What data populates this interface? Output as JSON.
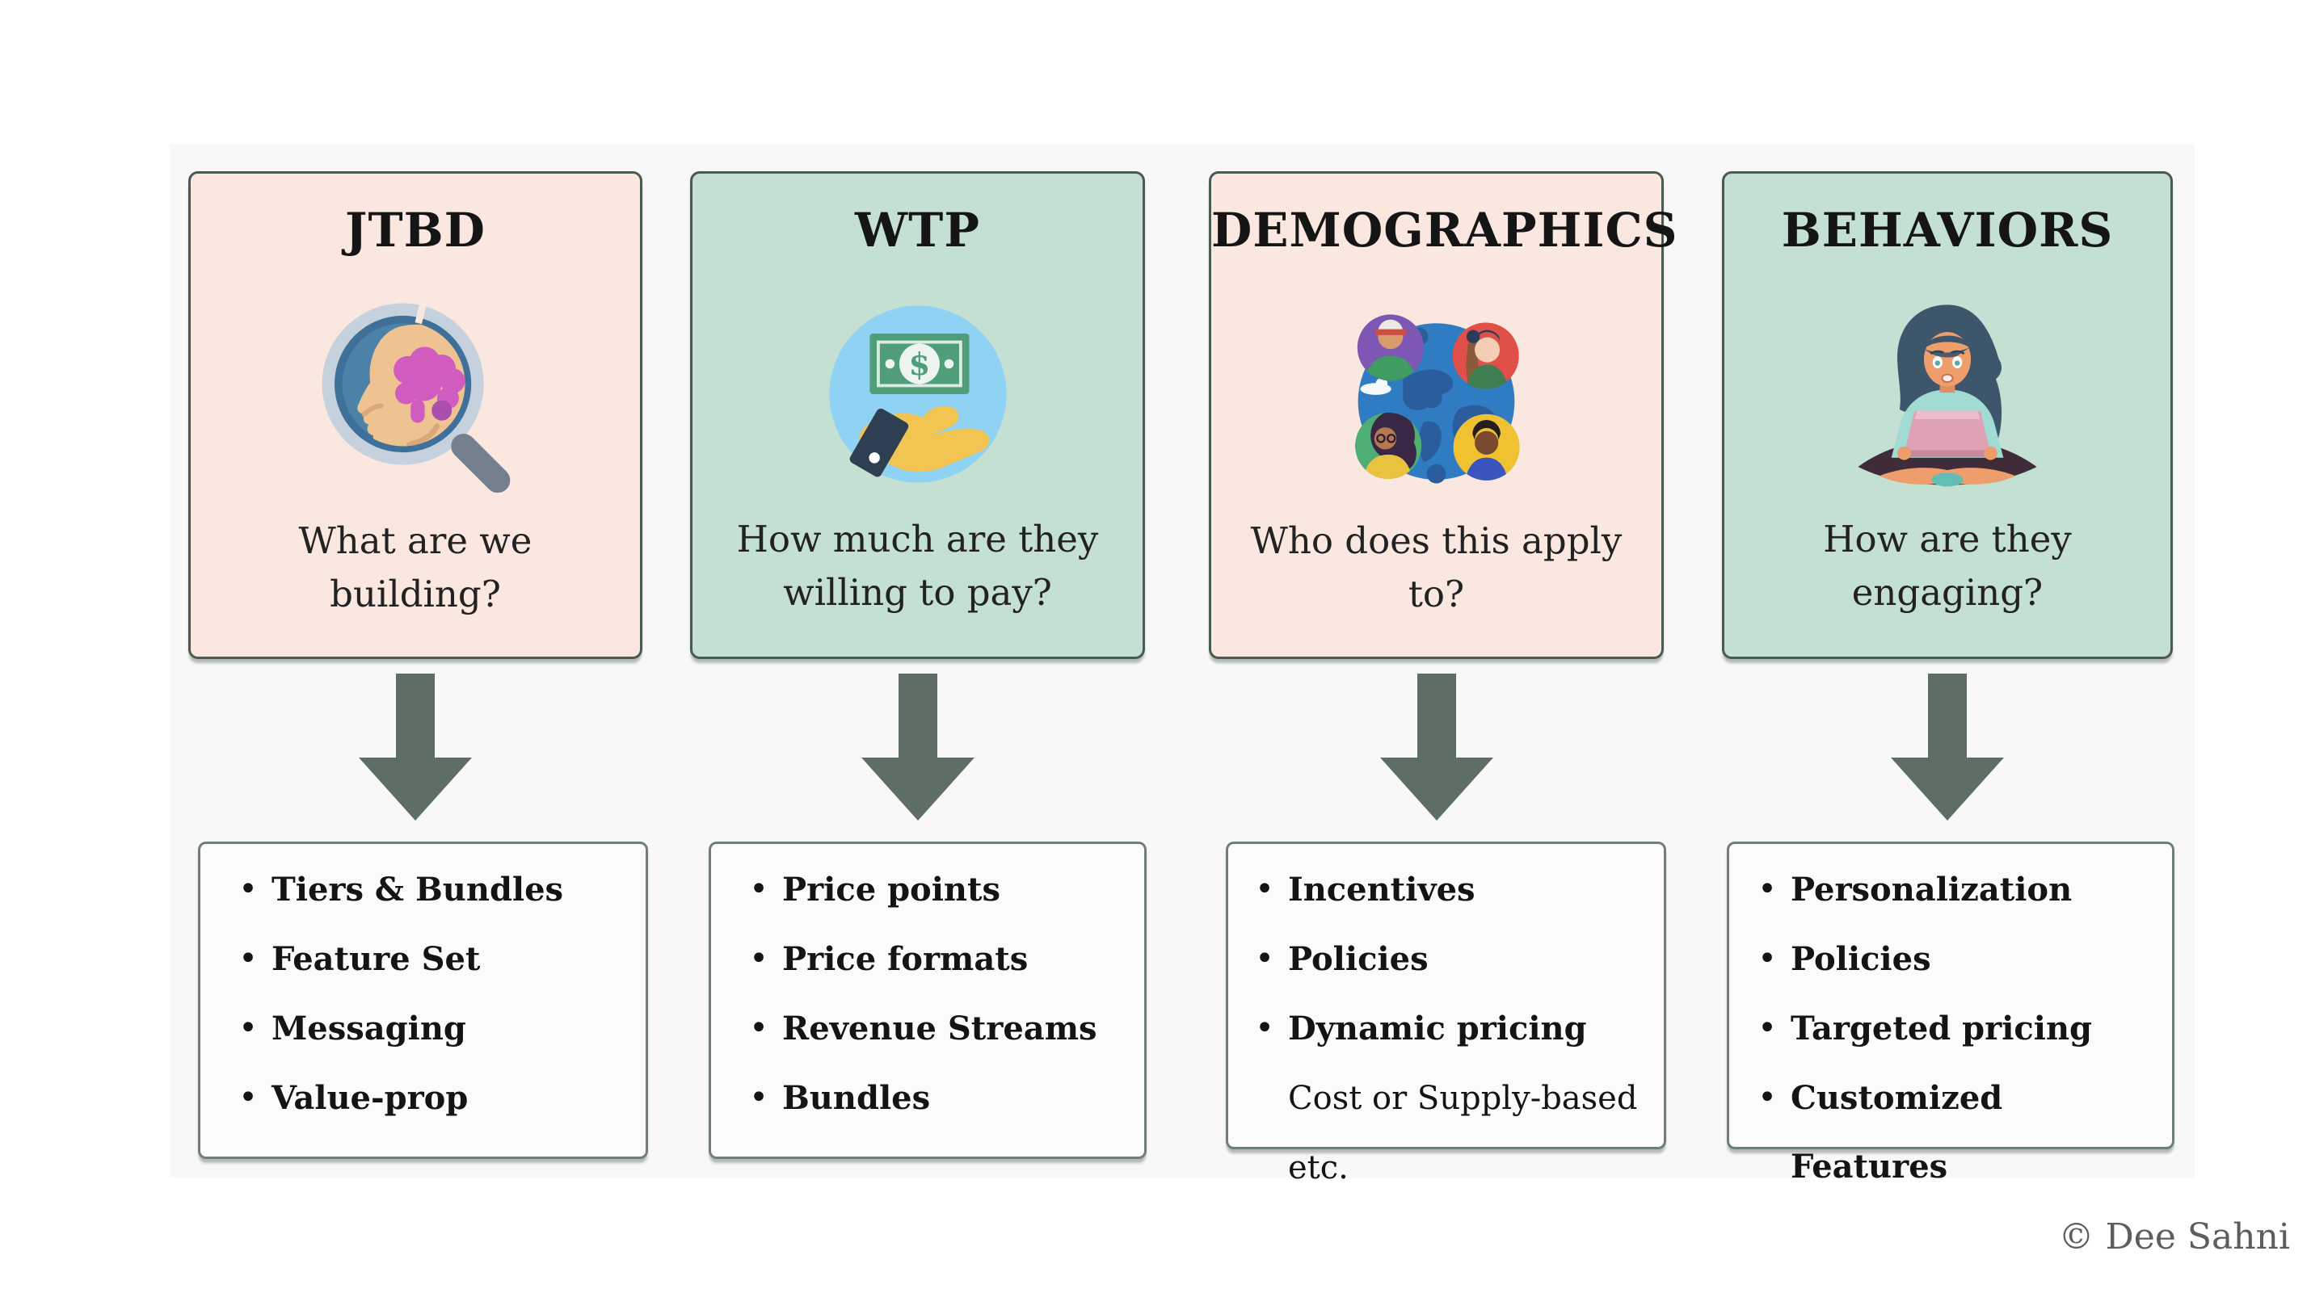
{
  "copyright": "© Dee Sahni",
  "colors": {
    "panel": "#f8f8f8",
    "pink": "#f9e7e0",
    "green": "#c4e0d3",
    "card_border": "#4a5a52",
    "box_border": "#6f7f77",
    "box_bg": "#fbfbfc",
    "arrow": "#5e6e65"
  },
  "columns": [
    {
      "title": "JTBD",
      "icon": "magnifier-head-icon",
      "question_lines": [
        "What are we building?"
      ],
      "bullets": [
        {
          "bold": "Tiers & Bundles",
          "rest": ""
        },
        {
          "bold": "Feature Set",
          "rest": ""
        },
        {
          "bold": "Messaging",
          "rest": ""
        },
        {
          "bold": "Value-prop",
          "rest": ""
        }
      ]
    },
    {
      "title": "WTP",
      "icon": "money-hand-icon",
      "question_lines": [
        "How much are they",
        "willing to pay?"
      ],
      "bullets": [
        {
          "bold": "Price points",
          "rest": ""
        },
        {
          "bold": "Price formats",
          "rest": ""
        },
        {
          "bold": "Revenue Streams",
          "rest": ""
        },
        {
          "bold": "Bundles",
          "rest": ""
        }
      ]
    },
    {
      "title": "DEMOGRAPHICS",
      "icon": "globe-people-icon",
      "question_lines": [
        "Who does this apply to?"
      ],
      "bullets": [
        {
          "bold": "Incentives",
          "rest": ""
        },
        {
          "bold": "Policies",
          "rest": ""
        },
        {
          "bold": "Dynamic pricing",
          "rest": " Cost or Supply-based etc."
        }
      ]
    },
    {
      "title": "BEHAVIORS",
      "icon": "woman-laptop-icon",
      "question_lines": [
        "How are they",
        "engaging?"
      ],
      "bullets": [
        {
          "bold": "Personalization",
          "rest": ""
        },
        {
          "bold": "Policies",
          "rest": ""
        },
        {
          "bold": "Targeted pricing",
          "rest": ""
        },
        {
          "bold": "Customized Features",
          "rest": ""
        }
      ]
    }
  ]
}
